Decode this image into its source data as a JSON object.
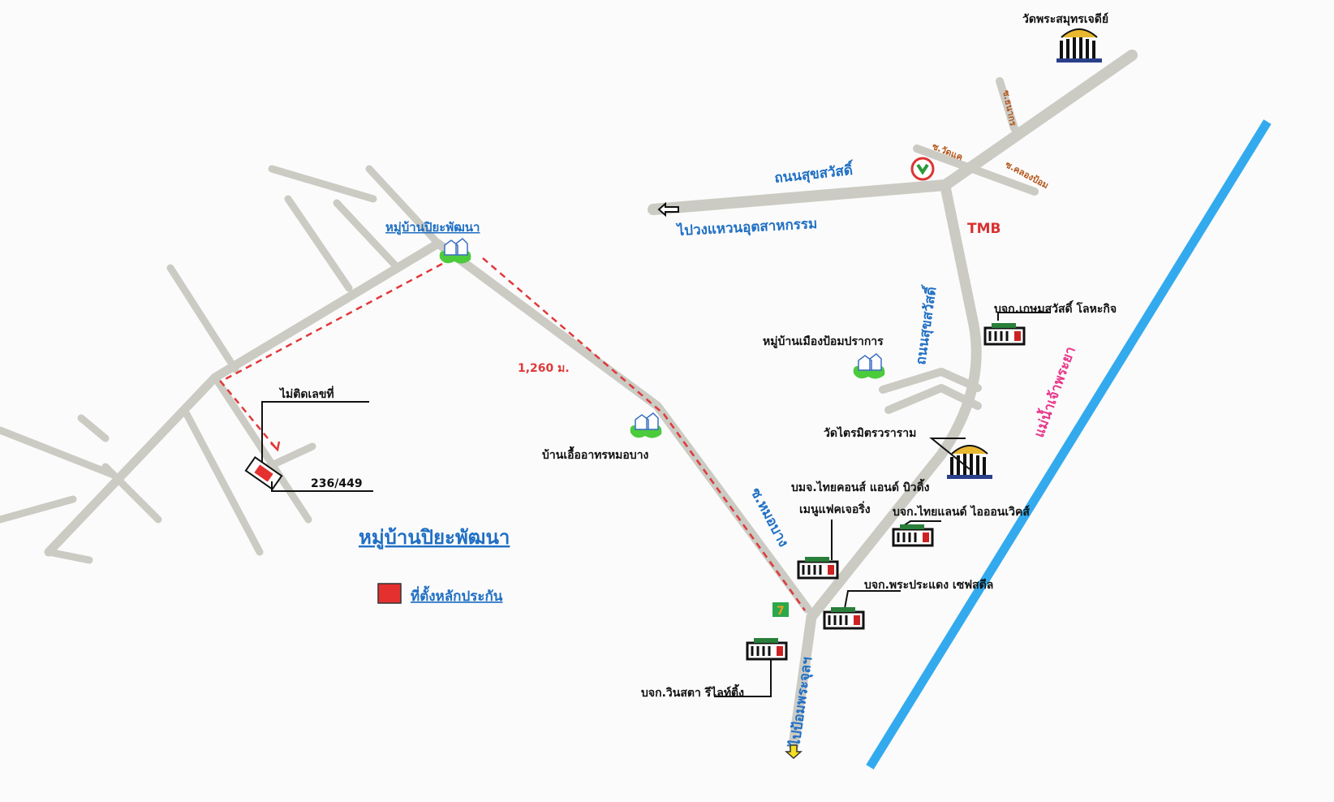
{
  "colors": {
    "road": "#cbcbc4",
    "route": "#e0393a",
    "river": "#33aaee",
    "river_label": "#e8368a",
    "road_label": "#1f6fc4",
    "soi_label": "#b4561c",
    "collateral": "#e53030",
    "tmb": "#d93030"
  },
  "labels": {
    "wat_phra_samut_chedi": "วัดพระสมุทรเจดีย์",
    "soi_thanakorn": "ซ.ธนากร",
    "soi_wat_khae": "ซ.วัดแค",
    "soi_khlong_pom": "ซ.คลองป้อม",
    "suksawat_road": "ถนนสุขสวัสดิ์",
    "to_industrial_ring": "ไปวงแหวนอุตสาหกรรม",
    "tmb": "TMB",
    "suksawat_road_vertical": "ถนนสุขสวัสดิ์",
    "kasem_sawat": "บจก.เกษมสวัสดิ์ โลหะกิจ",
    "muang_pom_prakan": "หมู่บ้านเมืองป้อมปราการ",
    "chao_phraya": "แม่น้ำเจ้าพระยา",
    "wat_traimit": "วัดไตรมิตรวราราม",
    "thai_cons_1": "บมจ.ไทยคอนส์ แอนด์ บิวดิ้ง",
    "thai_cons_2": "เมนูแฟคเจอริ่ง",
    "thailand_iron": "บจก.ไทยแลนด์ ไอออนเวิคส์",
    "phra_pradaeng_steel": "บจก.พระประแดง เซฟสตีล",
    "winsta": "บจก.วินสตา รีไลท์ติ้ง",
    "to_pom_phra_chun": "ไปป้อมพระจุลฯ",
    "soi_mo_bang": "ซ.หมอบาง",
    "baan_ua_arthorn": "บ้านเอื้ออาทรหมอบาง",
    "distance": "1,260 ม.",
    "piya_pattana_top": "หมู่บ้านปิยะพัฒนา",
    "no_house_number": "ไม่ติดเลขที่",
    "house_number": "236/449",
    "piya_pattana_title": "หมู่บ้านปิยะพัฒนา",
    "legend_collateral": "ที่ตั้งหลักประกัน"
  },
  "icons": [
    "temple-icon",
    "village-icon",
    "factory-icon",
    "bank-kbank-icon",
    "seven-eleven-icon",
    "arrow-left-icon",
    "arrow-down-icon"
  ]
}
